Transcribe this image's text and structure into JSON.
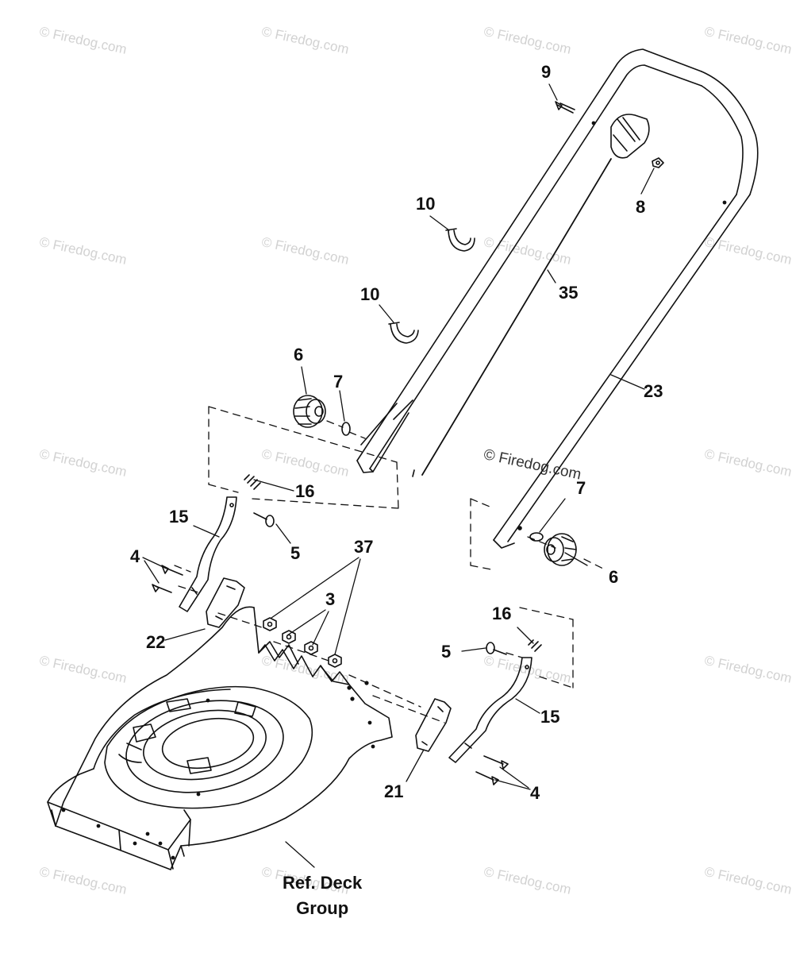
{
  "watermark": {
    "text": "© Firedog.com",
    "color": "#d2d2d2"
  },
  "parts": {
    "p9": "9",
    "p8": "8",
    "p10a": "10",
    "p10b": "10",
    "p35": "35",
    "p23": "23",
    "p6a": "6",
    "p7a": "7",
    "p16a": "16",
    "p15a": "15",
    "p5a": "5",
    "p4a": "4",
    "p22": "22",
    "p37": "37",
    "p3": "3",
    "p7b": "7",
    "p6b": "6",
    "p16b": "16",
    "p5b": "5",
    "p15b": "15",
    "p21": "21",
    "p4b": "4"
  },
  "reference": {
    "line1": "Ref. Deck",
    "line2": "Group"
  }
}
